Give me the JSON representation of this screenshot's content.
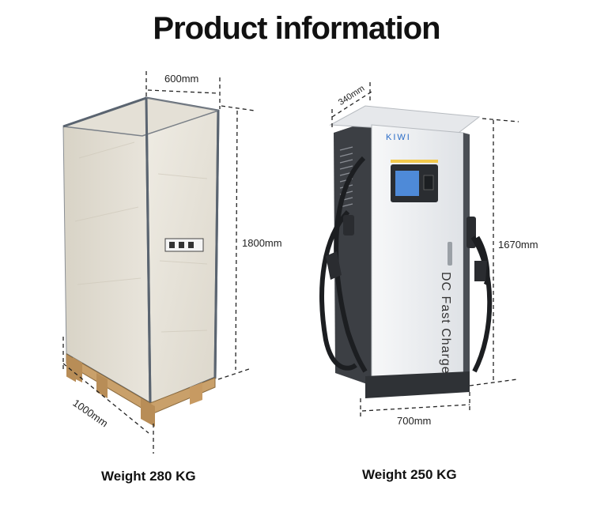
{
  "title": "Product information",
  "crate": {
    "width_label": "600mm",
    "height_label": "1800mm",
    "depth_label": "1000mm",
    "weight_label": "Weight 280 KG"
  },
  "charger": {
    "brand": "KIWI",
    "side_text": "DC Fast Charge",
    "depth_label": "340mm",
    "height_label": "1670mm",
    "width_label": "700mm",
    "weight_label": "Weight 250 KG"
  },
  "colors": {
    "crate_wood": "#e8e4da",
    "crate_frame": "#5a6470",
    "pallet": "#c9a06a",
    "charger_body": "#eef0f2",
    "charger_dark": "#3c3f44",
    "accent": "#2a6cc7"
  }
}
